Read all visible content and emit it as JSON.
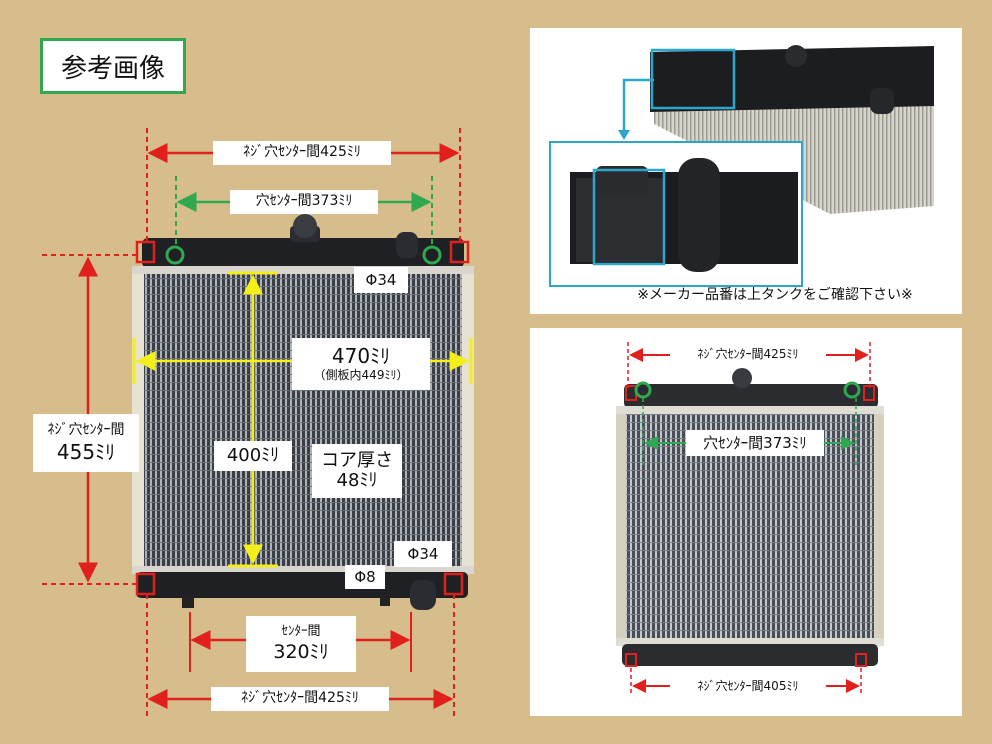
{
  "title": "参考画像",
  "left_diagram": {
    "top_width": "ﾈｼﾞ穴ｾﾝﾀｰ間425ﾐﾘ",
    "top_hole_center": "穴ｾﾝﾀｰ間373ﾐﾘ",
    "phi_top": "Φ34",
    "width_main": "470ﾐﾘ",
    "width_sub": "（側板内449ﾐﾘ）",
    "height_core": "400ﾐﾘ",
    "core_thickness_line1": "コア厚さ",
    "core_thickness_line2": "48ﾐﾘ",
    "side_height_line1": "ﾈｼﾞ穴ｾﾝﾀｰ間",
    "side_height_line2": "455ﾐﾘ",
    "phi_bottom_right": "Φ34",
    "phi_bottom_small": "Φ8",
    "bottom_center_line1": "ｾﾝﾀｰ間",
    "bottom_center_line2": "320ﾐﾘ",
    "bottom_width": "ﾈｼﾞ穴ｾﾝﾀｰ間425ﾐﾘ"
  },
  "top_right_panel": {
    "note": "※メーカー品番は上タンクをご確認下さい※"
  },
  "bottom_right_panel": {
    "top_width": "ﾈｼﾞ穴ｾﾝﾀｰ間425ﾐﾘ",
    "hole_center": "穴ｾﾝﾀｰ間373ﾐﾘ",
    "bottom_width": "ﾈｼﾞ穴ｾﾝﾀｰ間405ﾐﾘ"
  },
  "colors": {
    "background": "#d6bd8b",
    "red_dimension": "#e0201c",
    "green_dimension": "#2fa84f",
    "yellow_dimension": "#f2ef1a",
    "cyan_highlight": "#2aa7c9"
  }
}
